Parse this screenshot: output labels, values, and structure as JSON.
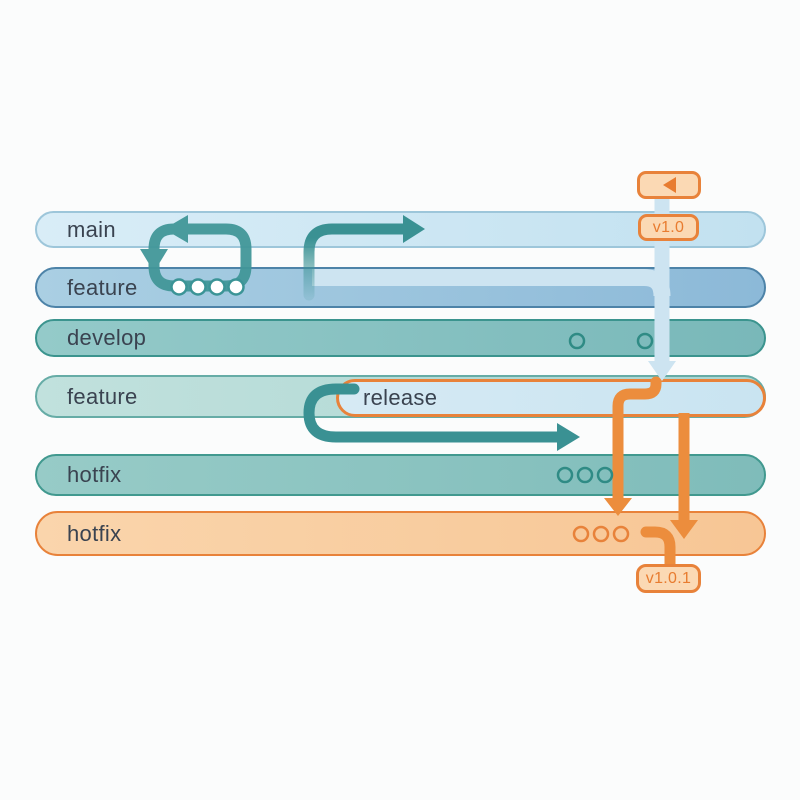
{
  "diagram": {
    "type": "git-branching-flow",
    "lanes": [
      {
        "label": "main",
        "fill": "#c9e3f2",
        "border": "#9dc6da"
      },
      {
        "label": "feature",
        "fill": "#98c2dc",
        "border": "#4d83a8"
      },
      {
        "label": "develop",
        "fill": "#85c1c1",
        "border": "#3b948e"
      },
      {
        "label": "feature",
        "fill": "#b5dbd7",
        "border": "#66aca6"
      },
      {
        "label": "hotfix",
        "fill": "#8bc4c0",
        "border": "#41998f"
      },
      {
        "label": "hotfix",
        "fill": "#f8cda1",
        "border": "#e8823a"
      }
    ],
    "release_box": {
      "label": "release",
      "fill": "#cfe7f2",
      "border": "#e8823a"
    },
    "tags": {
      "v1_label": "v1.0",
      "v101_label": "v1.0.1",
      "marker_icon": "tag-left-triangle"
    },
    "commits": {
      "feature_lane_dots": 4,
      "develop_lane_dots": 2,
      "hotfix_teal_lane_dots": 3,
      "hotfix_orange_lane_dots": 3
    },
    "palette": {
      "background": "#fbfcfc",
      "teal_arrow": "#3a9193",
      "teal_loop": "#429799",
      "light_branch_line": "#cde4f1",
      "orange_arrow": "#ec8d3d",
      "tag_fill": "#fbd9b4",
      "tag_border": "#e8823a",
      "tag_text": "#e87c30",
      "label_text": "#3a4350"
    }
  }
}
